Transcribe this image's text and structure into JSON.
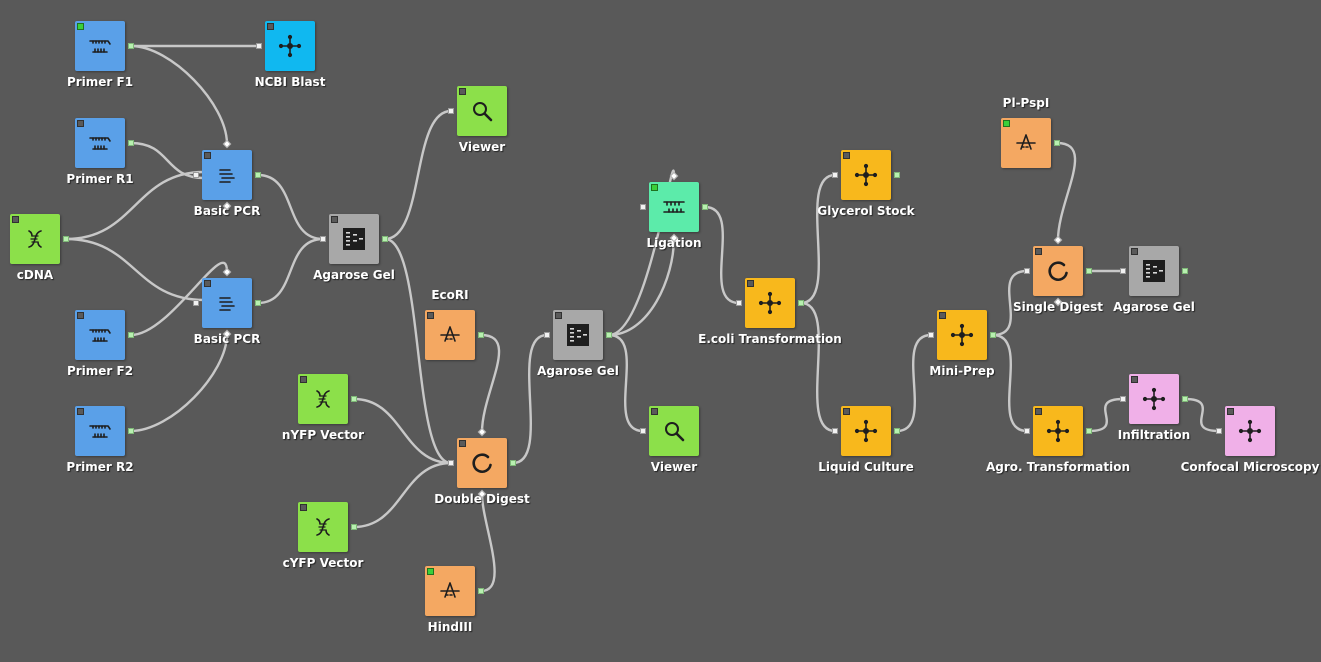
{
  "nodes": [
    {
      "id": "primer-f1",
      "label": "Primer F1",
      "type": "primer",
      "status": "green",
      "ports": [
        "out"
      ]
    },
    {
      "id": "ncbi-blast",
      "label": "NCBI Blast",
      "type": "blast",
      "status": "dark",
      "ports": [
        "in"
      ]
    },
    {
      "id": "primer-r1",
      "label": "Primer R1",
      "type": "primer",
      "status": "dark",
      "ports": [
        "out"
      ]
    },
    {
      "id": "cdna",
      "label": "cDNA",
      "type": "dna",
      "status": "dark",
      "ports": [
        "out"
      ]
    },
    {
      "id": "basic-pcr-1",
      "label": "Basic PCR",
      "type": "pcr",
      "status": "dark",
      "ports": [
        "in",
        "out"
      ]
    },
    {
      "id": "basic-pcr-2",
      "label": "Basic PCR",
      "type": "pcr",
      "status": "dark",
      "ports": [
        "in",
        "out"
      ]
    },
    {
      "id": "primer-f2",
      "label": "Primer F2",
      "type": "primer",
      "status": "dark",
      "ports": [
        "out"
      ]
    },
    {
      "id": "primer-r2",
      "label": "Primer R2",
      "type": "primer",
      "status": "dark",
      "ports": [
        "out"
      ]
    },
    {
      "id": "agarose-gel-1",
      "label": "Agarose Gel",
      "type": "gel",
      "status": "dark",
      "ports": [
        "in",
        "out"
      ]
    },
    {
      "id": "viewer-1",
      "label": "Viewer",
      "type": "viewer",
      "status": "dark",
      "ports": [
        "in"
      ]
    },
    {
      "id": "ecori",
      "label": "EcoRI",
      "type": "enzyme",
      "status": "dark",
      "ports": [
        "out"
      ]
    },
    {
      "id": "nyfp-vector",
      "label": "nYFP Vector",
      "type": "dna",
      "status": "dark",
      "ports": [
        "out"
      ]
    },
    {
      "id": "cyfp-vector",
      "label": "cYFP Vector",
      "type": "dna",
      "status": "dark",
      "ports": [
        "out"
      ]
    },
    {
      "id": "double-digest",
      "label": "Double Digest",
      "type": "digest",
      "status": "dark",
      "ports": [
        "in",
        "out"
      ]
    },
    {
      "id": "hindiii",
      "label": "HindIII",
      "type": "enzyme",
      "status": "green",
      "ports": [
        "out"
      ]
    },
    {
      "id": "agarose-gel-2",
      "label": "Agarose Gel",
      "type": "gel",
      "status": "dark",
      "ports": [
        "in",
        "out"
      ]
    },
    {
      "id": "ligation",
      "label": "Ligation",
      "type": "ligation",
      "status": "green",
      "ports": [
        "in",
        "out"
      ]
    },
    {
      "id": "viewer-2",
      "label": "Viewer",
      "type": "viewer",
      "status": "dark",
      "ports": [
        "in"
      ]
    },
    {
      "id": "ecoli-transformation",
      "label": "E.coli Transformation",
      "type": "process",
      "status": "dark",
      "ports": [
        "in",
        "out"
      ]
    },
    {
      "id": "glycerol-stock",
      "label": "Glycerol Stock",
      "type": "process",
      "status": "dark",
      "ports": [
        "in",
        "out"
      ]
    },
    {
      "id": "liquid-culture",
      "label": "Liquid Culture",
      "type": "process",
      "status": "dark",
      "ports": [
        "in",
        "out"
      ]
    },
    {
      "id": "mini-prep",
      "label": "Mini-Prep",
      "type": "process",
      "status": "dark",
      "ports": [
        "in",
        "out"
      ]
    },
    {
      "id": "pl-pspi",
      "label": "Pl-PspI",
      "type": "enzyme",
      "status": "green",
      "ports": [
        "out"
      ]
    },
    {
      "id": "single-digest",
      "label": "Single Digest",
      "type": "digest",
      "status": "dark",
      "ports": [
        "in",
        "out"
      ]
    },
    {
      "id": "agarose-gel-3",
      "label": "Agarose Gel",
      "type": "gel",
      "status": "dark",
      "ports": [
        "in",
        "out"
      ]
    },
    {
      "id": "agro-transformation",
      "label": "Agro. Transformation",
      "type": "process",
      "status": "dark",
      "ports": [
        "in",
        "out"
      ]
    },
    {
      "id": "infiltration",
      "label": "Infiltration",
      "type": "process-pink",
      "status": "dark",
      "ports": [
        "in",
        "out"
      ]
    },
    {
      "id": "confocal-microscopy",
      "label": "Confocal Microscopy",
      "type": "process-pink",
      "status": "dark",
      "ports": [
        "in"
      ]
    }
  ],
  "links": [
    [
      "primer-f1",
      "ncbi-blast"
    ],
    [
      "primer-f1",
      "basic-pcr-1"
    ],
    [
      "primer-r1",
      "basic-pcr-1"
    ],
    [
      "cdna",
      "basic-pcr-1"
    ],
    [
      "cdna",
      "basic-pcr-2"
    ],
    [
      "primer-f2",
      "basic-pcr-2"
    ],
    [
      "primer-r2",
      "basic-pcr-2"
    ],
    [
      "basic-pcr-1",
      "agarose-gel-1"
    ],
    [
      "basic-pcr-2",
      "agarose-gel-1"
    ],
    [
      "agarose-gel-1",
      "viewer-1"
    ],
    [
      "agarose-gel-1",
      "double-digest"
    ],
    [
      "ecori",
      "double-digest"
    ],
    [
      "nyfp-vector",
      "double-digest"
    ],
    [
      "cyfp-vector",
      "double-digest"
    ],
    [
      "hindiii",
      "double-digest"
    ],
    [
      "double-digest",
      "agarose-gel-2"
    ],
    [
      "agarose-gel-2",
      "ligation"
    ],
    [
      "agarose-gel-2",
      "ligation"
    ],
    [
      "agarose-gel-2",
      "viewer-2"
    ],
    [
      "ligation",
      "ecoli-transformation"
    ],
    [
      "ecoli-transformation",
      "glycerol-stock"
    ],
    [
      "ecoli-transformation",
      "liquid-culture"
    ],
    [
      "liquid-culture",
      "mini-prep"
    ],
    [
      "mini-prep",
      "single-digest"
    ],
    [
      "mini-prep",
      "agro-transformation"
    ],
    [
      "pl-pspi",
      "single-digest"
    ],
    [
      "single-digest",
      "agarose-gel-3"
    ],
    [
      "agro-transformation",
      "infiltration"
    ],
    [
      "infiltration",
      "confocal-microscopy"
    ]
  ],
  "colors": {
    "background": "#595959",
    "primer": "#5aa0e8",
    "pcr": "#5aa0e8",
    "blast": "#10b8f0",
    "dna": "#8ce04a",
    "viewer": "#8ce04a",
    "gel": "#a8a8a8",
    "enzyme": "#f4a862",
    "digest": "#f4a862",
    "ligation": "#5cebaa",
    "process": "#f8b81c",
    "process-pink": "#f0b0e8",
    "link": "#c8c8c8",
    "status-green": "#3ad03a",
    "status-dark": "#5a5a5a"
  },
  "icons": {
    "primer": "primer-icon",
    "pcr": "pcr-icon",
    "blast": "network-icon",
    "dna": "dna-icon",
    "viewer": "magnifier-icon",
    "gel": "gel-icon",
    "enzyme": "enzyme-icon",
    "digest": "digest-icon",
    "ligation": "ligation-icon",
    "process": "network-icon",
    "process-pink": "network-icon"
  }
}
